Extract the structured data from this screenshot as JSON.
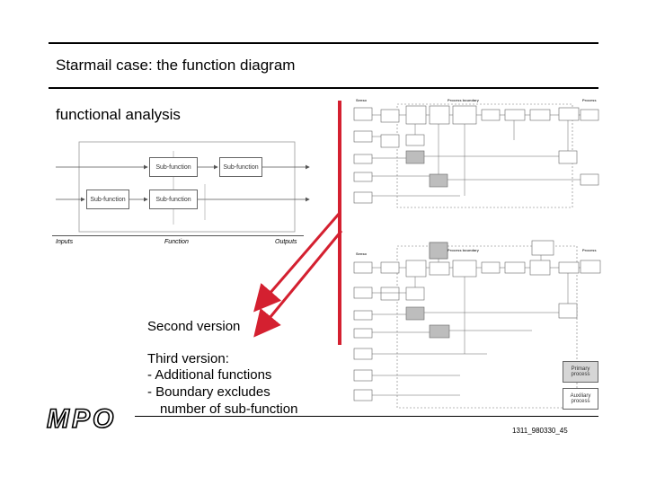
{
  "slide": {
    "title": "Starmail case: the function diagram",
    "subtitle": "functional analysis",
    "footer_code": "1311_980330_45",
    "logo_text": "MPO"
  },
  "generic_diagram": {
    "boxes": [
      "Sub-function",
      "Sub-function",
      "Sub-function",
      "Sub-function"
    ],
    "labels": {
      "inputs": "Inputs",
      "function": "Function",
      "outputs": "Outputs"
    }
  },
  "annotations": {
    "second_version": "Second version",
    "third_version": "Third version:",
    "bullet1": "- Additional functions",
    "bullet2": "- Boundary excludes",
    "bullet3": "number of sub-function"
  },
  "detail_diagrams": {
    "top": {
      "left_header": "Senso",
      "center_header": "Process boundary",
      "right_header": "Process"
    },
    "bottom": {
      "left_header": "Senso",
      "center_header": "Process boundary",
      "right_header": "Process"
    },
    "legend": {
      "primary": "Primary process",
      "auxiliary": "Auxiliary process"
    }
  },
  "colors": {
    "arrow_red": "#d42030",
    "gray_box": "#bdbdbd"
  }
}
